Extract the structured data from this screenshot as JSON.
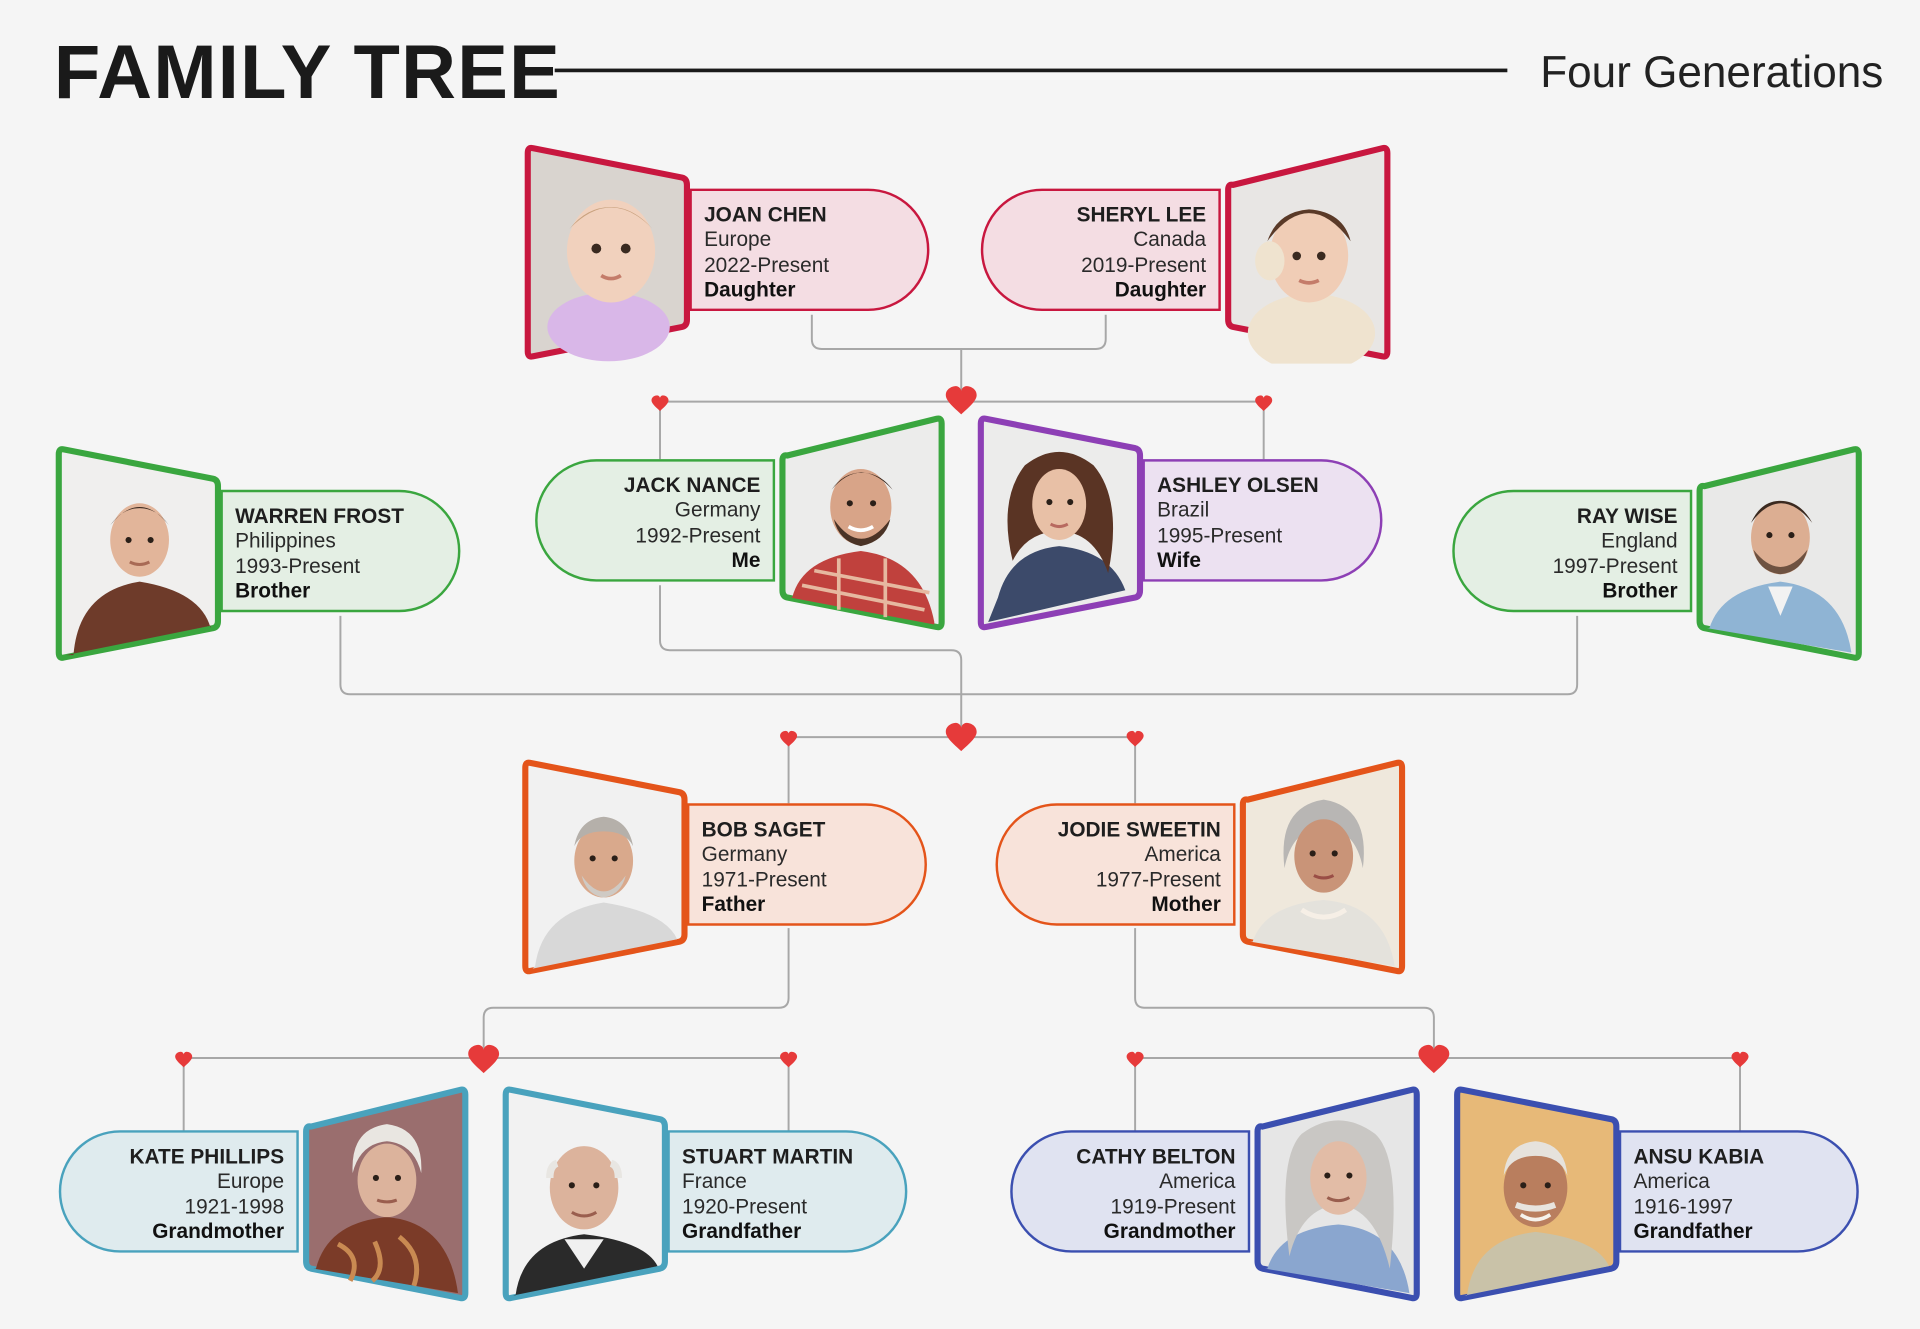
{
  "header": {
    "title": "FAMILY TREE",
    "subtitle": "Four Generations"
  },
  "colors": {
    "gen_children": {
      "border": "#c8173f",
      "fill": "#f4dde3"
    },
    "gen_siblings": {
      "border": "#3aa63f",
      "fill": "#e4efe4"
    },
    "spouse": {
      "border": "#8d3fb5",
      "fill": "#ece1f1"
    },
    "gen_parents": {
      "border": "#e4541a",
      "fill": "#f8e3da"
    },
    "grandparents_paternal": {
      "border": "#49a2bd",
      "fill": "#dfebee"
    },
    "grandparents_maternal": {
      "border": "#3b4fb0",
      "fill": "#e0e3f1"
    },
    "heart": "#e63a3a",
    "connector": "#a7a7a7"
  },
  "members": {
    "joan_chen": {
      "name": "JOAN CHEN",
      "place": "Europe",
      "years": "2022-Present",
      "role": "Daughter",
      "photo_icon": "baby-photo"
    },
    "sheryl_lee": {
      "name": "SHERYL LEE",
      "place": "Canada",
      "years": "2019-Present",
      "role": "Daughter",
      "photo_icon": "toddler-photo"
    },
    "warren_frost": {
      "name": "WARREN FROST",
      "place": "Philippines",
      "years": "1993-Present",
      "role": "Brother",
      "photo_icon": "man-photo"
    },
    "jack_nance": {
      "name": "JACK NANCE",
      "place": "Germany",
      "years": "1992-Present",
      "role": "Me",
      "photo_icon": "man-photo"
    },
    "ashley_olsen": {
      "name": "ASHLEY OLSEN",
      "place": "Brazil",
      "years": "1995-Present",
      "role": "Wife",
      "photo_icon": "woman-photo"
    },
    "ray_wise": {
      "name": "RAY WISE",
      "place": "England",
      "years": "1997-Present",
      "role": "Brother",
      "photo_icon": "man-photo"
    },
    "bob_saget": {
      "name": "BOB SAGET",
      "place": "Germany",
      "years": "1971-Present",
      "role": "Father",
      "photo_icon": "older-man-photo"
    },
    "jodie_sweetin": {
      "name": "JODIE SWEETIN",
      "place": "America",
      "years": "1977-Present",
      "role": "Mother",
      "photo_icon": "older-woman-photo"
    },
    "kate_phillips": {
      "name": "KATE PHILLIPS",
      "place": "Europe",
      "years": "1921-1998",
      "role": "Grandmother",
      "photo_icon": "elderly-woman-photo"
    },
    "stuart_martin": {
      "name": "STUART MARTIN",
      "place": "France",
      "years": "1920-Present",
      "role": "Grandfather",
      "photo_icon": "elderly-man-photo"
    },
    "cathy_belton": {
      "name": "CATHY BELTON",
      "place": "America",
      "years": "1919-Present",
      "role": "Grandmother",
      "photo_icon": "elderly-woman-photo"
    },
    "ansu_kabia": {
      "name": "ANSU KABIA",
      "place": "America",
      "years": "1916-1997",
      "role": "Grandfather",
      "photo_icon": "elderly-man-photo"
    }
  }
}
